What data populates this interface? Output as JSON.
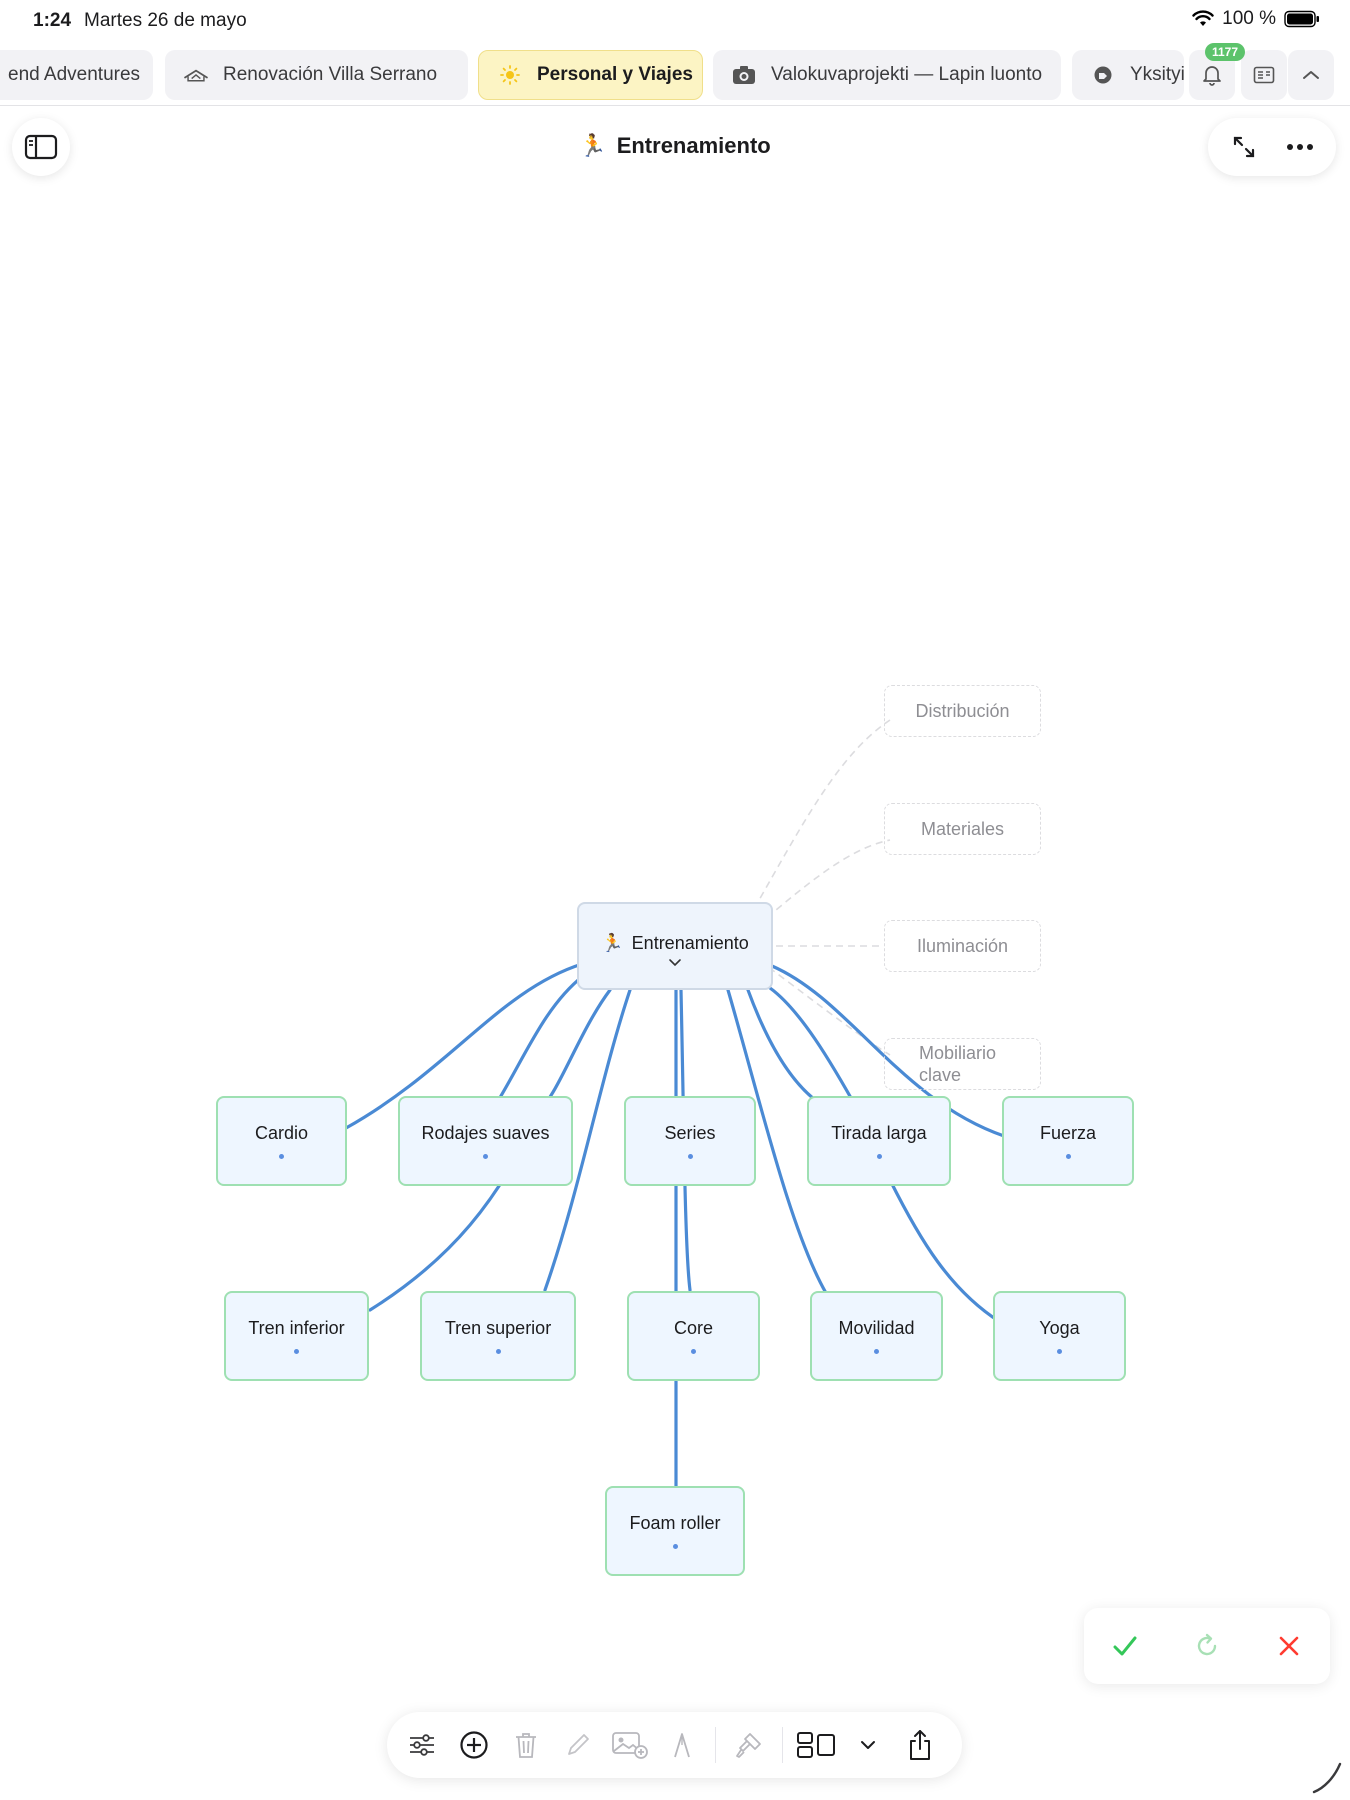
{
  "status": {
    "time": "1:24",
    "date": "Martes 26 de mayo",
    "battery": "100 %"
  },
  "tabs": [
    {
      "label": "end Adventures",
      "icon": "none"
    },
    {
      "label": "Renovación Villa Serrano",
      "icon": "house-roof-icon"
    },
    {
      "label": "Personal y Viajes",
      "icon": "sun-icon",
      "active": true
    },
    {
      "label": "Valokuvaprojekti — Lapin luonto",
      "icon": "camera-icon"
    },
    {
      "label": "Yksityis",
      "icon": "tag-icon"
    }
  ],
  "notifications": {
    "count": "1177"
  },
  "header": {
    "title": "Entrenamiento",
    "title_emoji": "🏃"
  },
  "mindmap": {
    "root": {
      "label": "Entrenamiento",
      "emoji": "🏃"
    },
    "nodes": {
      "cardio": "Cardio",
      "rodajes": "Rodajes suaves",
      "series": "Series",
      "tirada": "Tirada larga",
      "fuerza": "Fuerza",
      "tren_inferior": "Tren inferior",
      "tren_superior": "Tren superior",
      "core": "Core",
      "movilidad": "Movilidad",
      "yoga": "Yoga",
      "foam_roller": "Foam roller"
    },
    "suggestions": {
      "distribucion": "Distribución",
      "materiales": "Materiales",
      "iluminacion": "Iluminación",
      "mobiliario_line1": "Mobiliario",
      "mobiliario_line2": "clave"
    }
  },
  "colors": {
    "edge": "#4a8ad4",
    "node_border": "#9ee0b2",
    "node_fill": "#eef6ff",
    "active_tab": "#fcf4c4",
    "accept": "#34c759",
    "reject": "#ff3b30",
    "badge": "#5cc36b"
  }
}
